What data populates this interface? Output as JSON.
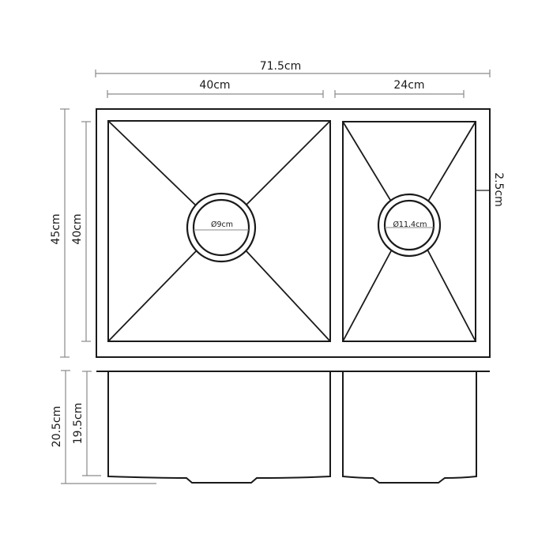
{
  "colors": {
    "outline": "#1a1a1a",
    "dimension_line": "#8a8a8a",
    "background": "#ffffff"
  },
  "top_view": {
    "overall_width_label": "71.5cm",
    "left_basin_width_label": "40cm",
    "right_basin_width_label": "24cm",
    "overall_depth_label": "45cm",
    "basin_depth_label": "40cm",
    "rim_label": "2.5cm",
    "left_drain_label": "Ø9cm",
    "right_drain_label": "Ø11.4cm"
  },
  "side_view": {
    "overall_height_label": "20.5cm",
    "basin_height_label": "19.5cm"
  }
}
